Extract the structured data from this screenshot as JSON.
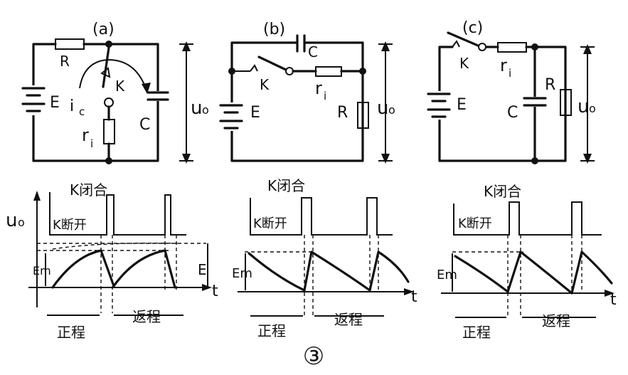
{
  "panels": {
    "a": {
      "tag": "(a)",
      "R": "R",
      "E": "E",
      "K": "K",
      "ic": "i",
      "ic_sub": "c",
      "C": "C",
      "ri": "r",
      "ri_sub": "i",
      "uo": "u",
      "uo_sub": "o"
    },
    "b": {
      "tag": "(b)",
      "C": "C",
      "K": "K",
      "E": "E",
      "ri": "r",
      "ri_sub": "i",
      "R": "R",
      "uo": "u",
      "uo_sub": "o"
    },
    "c": {
      "tag": "(c)",
      "K": "K",
      "ri": "r",
      "ri_sub": "i",
      "E": "E",
      "R": "R",
      "C": "C",
      "uo": "u",
      "uo_sub": "o"
    }
  },
  "waveforms": {
    "a": {
      "k_closed": "K闭合",
      "k_open": "K断开",
      "uo": "u",
      "uo_sub": "o",
      "Em": "Em",
      "E": "E",
      "t": "t",
      "forward": "正程",
      "retrace": "返程"
    },
    "b": {
      "k_closed": "K闭合",
      "k_open": "K断开",
      "Em": "Em",
      "t": "t",
      "forward": "正程",
      "retrace": "返程"
    },
    "c": {
      "k_closed": "K闭合",
      "k_open": "K断开",
      "Em": "Em",
      "t": "t",
      "forward": "正程",
      "retrace": "返程"
    }
  },
  "figure_number": "③"
}
